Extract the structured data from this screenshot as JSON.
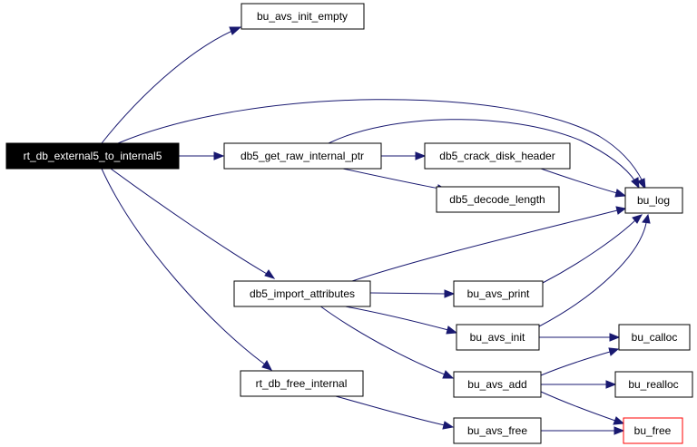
{
  "colors": {
    "edge": "#191970",
    "box_border": "#000000",
    "box_fill": "#ffffff",
    "root_fill": "#000000",
    "root_text": "#ffffff",
    "highlight_border": "#ff0000"
  },
  "nodes": {
    "rt_db_external5_to_internal5": "rt_db_external5_to_internal5",
    "bu_avs_init_empty": "bu_avs_init_empty",
    "db5_get_raw_internal_ptr": "db5_get_raw_internal_ptr",
    "db5_crack_disk_header": "db5_crack_disk_header",
    "db5_decode_length": "db5_decode_length",
    "bu_log": "bu_log",
    "db5_import_attributes": "db5_import_attributes",
    "bu_avs_print": "bu_avs_print",
    "bu_avs_init": "bu_avs_init",
    "bu_calloc": "bu_calloc",
    "bu_avs_add": "bu_avs_add",
    "bu_realloc": "bu_realloc",
    "rt_db_free_internal": "rt_db_free_internal",
    "bu_avs_free": "bu_avs_free",
    "bu_free": "bu_free"
  },
  "edges": [
    [
      "rt_db_external5_to_internal5",
      "bu_avs_init_empty"
    ],
    [
      "rt_db_external5_to_internal5",
      "bu_log"
    ],
    [
      "rt_db_external5_to_internal5",
      "db5_get_raw_internal_ptr"
    ],
    [
      "rt_db_external5_to_internal5",
      "db5_import_attributes"
    ],
    [
      "rt_db_external5_to_internal5",
      "rt_db_free_internal"
    ],
    [
      "db5_get_raw_internal_ptr",
      "bu_log"
    ],
    [
      "db5_get_raw_internal_ptr",
      "db5_crack_disk_header"
    ],
    [
      "db5_get_raw_internal_ptr",
      "db5_decode_length"
    ],
    [
      "db5_crack_disk_header",
      "bu_log"
    ],
    [
      "db5_import_attributes",
      "bu_log"
    ],
    [
      "db5_import_attributes",
      "bu_avs_print"
    ],
    [
      "db5_import_attributes",
      "bu_avs_init"
    ],
    [
      "db5_import_attributes",
      "bu_avs_add"
    ],
    [
      "bu_avs_print",
      "bu_log"
    ],
    [
      "bu_avs_init",
      "bu_log"
    ],
    [
      "bu_avs_init",
      "bu_calloc"
    ],
    [
      "bu_avs_add",
      "bu_calloc"
    ],
    [
      "bu_avs_add",
      "bu_realloc"
    ],
    [
      "bu_avs_add",
      "bu_free"
    ],
    [
      "rt_db_free_internal",
      "bu_avs_free"
    ],
    [
      "bu_avs_free",
      "bu_free"
    ]
  ]
}
